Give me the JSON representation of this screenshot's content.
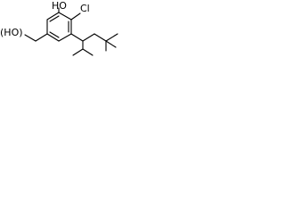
{
  "molecule": {
    "atoms": {
      "chlorine": "Cl",
      "hydroxyl_top": "HO",
      "hydroxymethyl": "(HO)"
    }
  }
}
